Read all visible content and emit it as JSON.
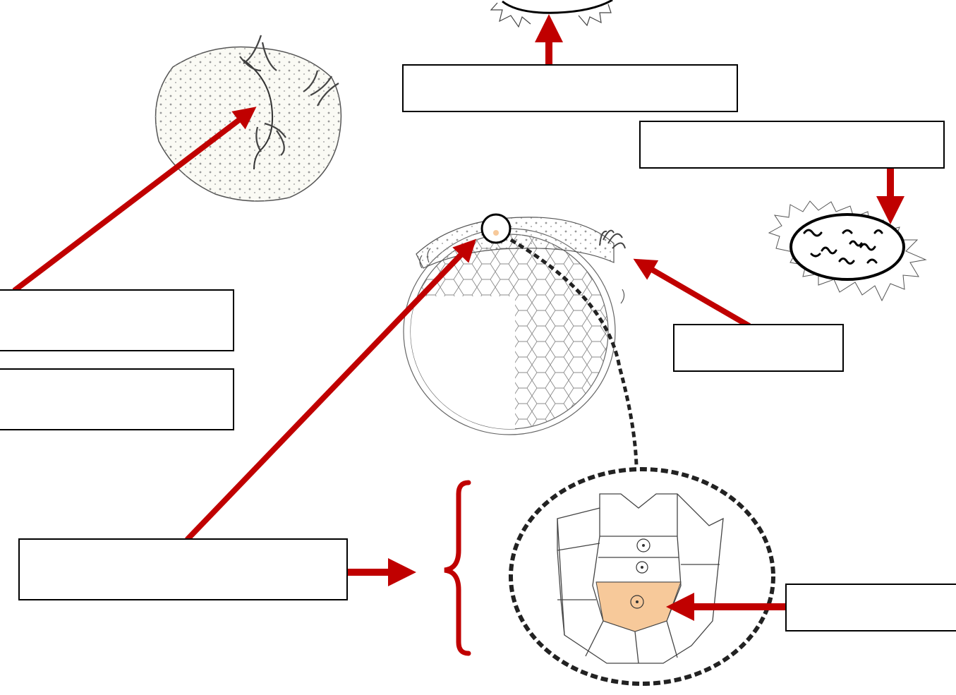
{
  "diagram": {
    "labels": [
      {
        "id": "label-top",
        "text": ""
      },
      {
        "id": "label-topright",
        "text": ""
      },
      {
        "id": "label-left1",
        "text": ""
      },
      {
        "id": "label-left2",
        "text": ""
      },
      {
        "id": "label-mid-right",
        "text": ""
      },
      {
        "id": "label-bottom",
        "text": ""
      },
      {
        "id": "label-bottomright",
        "text": ""
      }
    ],
    "colors": {
      "arrow": "#c00000",
      "outline": "#000000",
      "sketch": "#5a5a5a",
      "highlight_cell": "#f7c99a",
      "dashed_circle": "#222222"
    }
  }
}
